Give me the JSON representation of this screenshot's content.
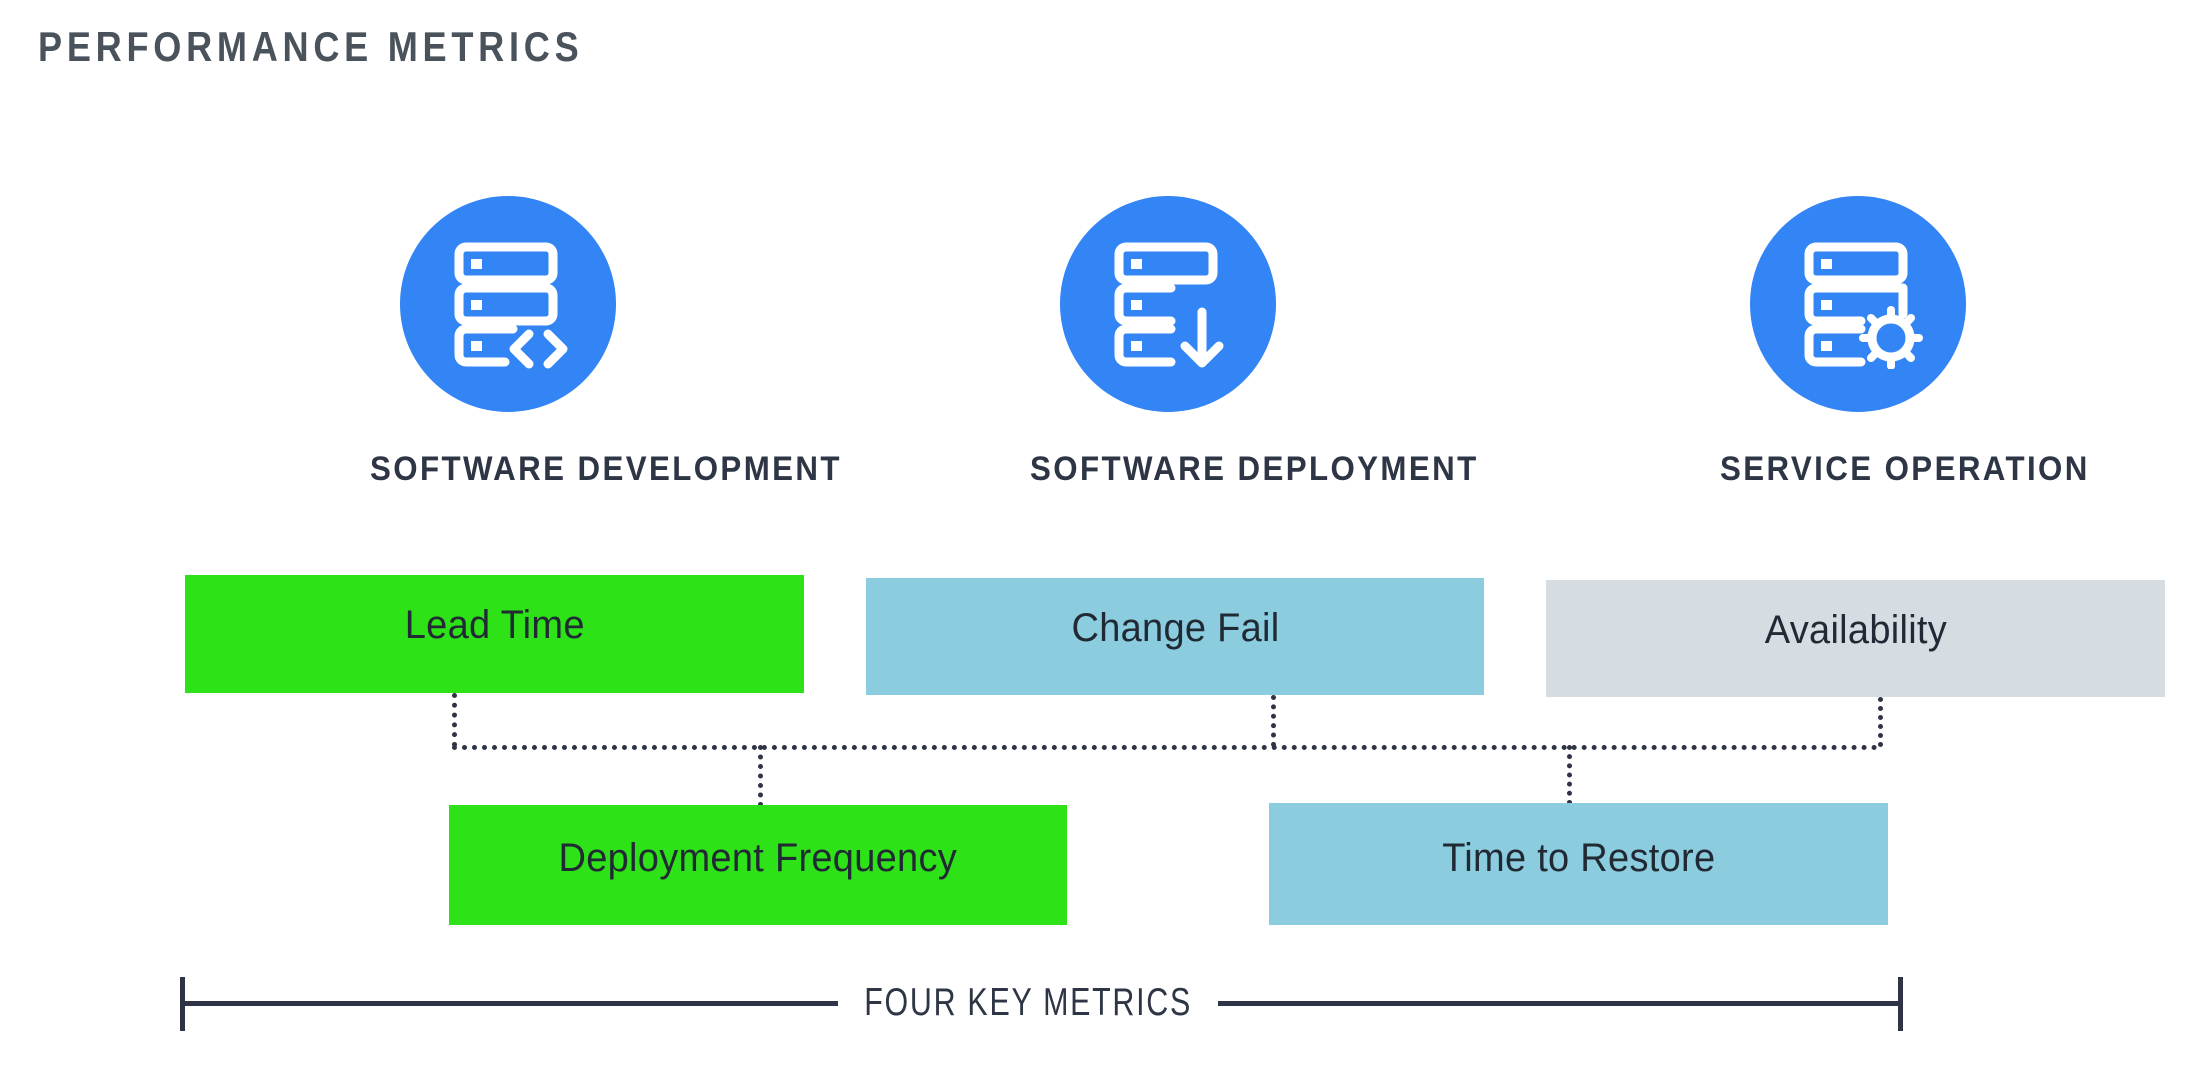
{
  "page": {
    "title": "PERFORMANCE METRICS",
    "background": "#FFFFFF"
  },
  "colors": {
    "accent_blue": "#3385F5",
    "green": "#2EE218",
    "light_blue": "#8BCDDE",
    "light_gray": "#D5DCE2",
    "dark_slate": "#2E3545",
    "title_gray": "#4A525C",
    "connector": "#2E3445"
  },
  "columns": [
    {
      "id": "software-development",
      "label": "SOFTWARE DEVELOPMENT",
      "icon": "server-code-icon"
    },
    {
      "id": "software-deployment",
      "label": "SOFTWARE DEPLOYMENT",
      "icon": "server-download-icon"
    },
    {
      "id": "service-operation",
      "label": "SERVICE OPERATION",
      "icon": "server-gear-icon"
    }
  ],
  "metrics": {
    "top_row": [
      {
        "id": "lead-time",
        "label": "Lead Time",
        "color": "#2EE218"
      },
      {
        "id": "change-fail",
        "label": "Change Fail",
        "color": "#8BCDDE"
      },
      {
        "id": "availability",
        "label": "Availability",
        "color": "#D5DCE2"
      }
    ],
    "bottom_row": [
      {
        "id": "deployment-frequency",
        "label": "Deployment Frequency",
        "color": "#2EE218"
      },
      {
        "id": "time-to-restore",
        "label": "Time to Restore",
        "color": "#8BCDDE"
      }
    ]
  },
  "bracket": {
    "label": "FOUR KEY METRICS"
  }
}
